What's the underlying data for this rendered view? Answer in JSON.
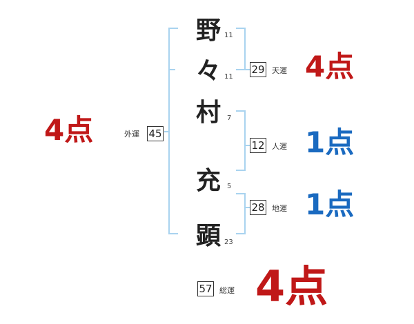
{
  "name": {
    "chars": [
      "野",
      "々",
      "村",
      "充",
      "顕"
    ],
    "strokes": [
      "11",
      "11",
      "7",
      "5",
      "23"
    ]
  },
  "fortunes": {
    "gaiun": {
      "label": "外運",
      "value": "45",
      "score": "4点"
    },
    "tenun": {
      "label": "天運",
      "value": "29",
      "score": "4点"
    },
    "jinun": {
      "label": "人運",
      "value": "12",
      "score": "1点"
    },
    "chiun": {
      "label": "地運",
      "value": "28",
      "score": "1点"
    },
    "souun": {
      "label": "総運",
      "value": "57",
      "score": "4点"
    }
  },
  "colors": {
    "bracket": "#a9d3ef",
    "good": "#c01818",
    "bad": "#1a6ac0"
  }
}
